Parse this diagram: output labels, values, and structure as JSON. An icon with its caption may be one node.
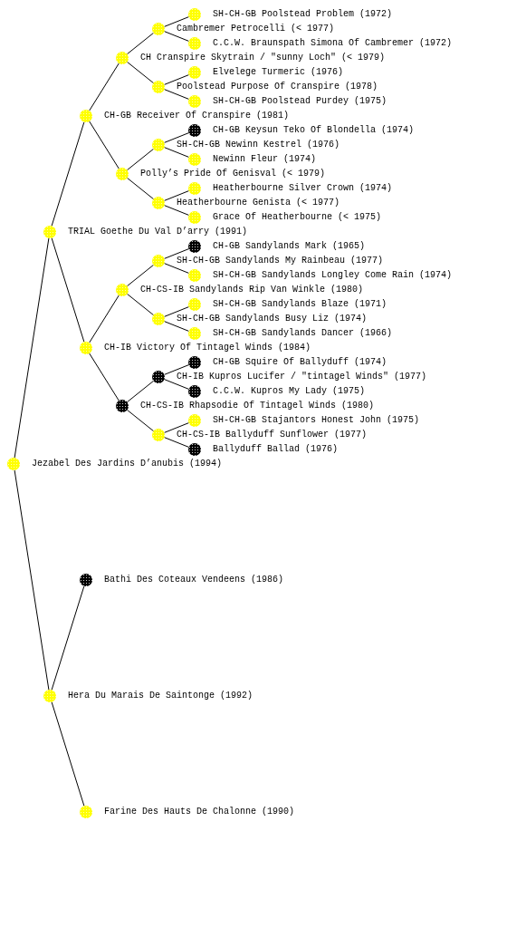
{
  "diagram": {
    "nodes": [
      {
        "text": [
          "SH-CH-GB Poolstead Problem (1972)"
        ]
      },
      {
        "text": [
          "Cambremer Petrocelli (< 1977)"
        ]
      },
      {
        "text": [
          "C.C.W. Braunspath Simona Of Cambremer (1972)"
        ]
      },
      {
        "text": [
          "CH Cranspire Skytrain / \"sunny Loch\" (< 1979)"
        ]
      },
      {
        "text": [
          "Elvelege Turmeric (1976)"
        ]
      },
      {
        "text": [
          "Poolstead Purpose Of Cranspire (1978)"
        ]
      },
      {
        "text": [
          "SH-CH-GB Poolstead Purdey (1975)"
        ]
      },
      {
        "text": [
          "CH-GB Receiver Of Cranspire (1981)"
        ]
      },
      {
        "text": [
          "CH-GB Keysun Teko Of Blondella (1974)"
        ]
      },
      {
        "text": [
          "SH-CH-GB Newinn Kestrel (1976)"
        ]
      },
      {
        "text": [
          "Newinn Fleur (1974)"
        ]
      },
      {
        "text": [
          "Polly’s Pride Of Genisval (< 1979)"
        ]
      },
      {
        "text": [
          "Heatherbourne Silver Crown (1974)"
        ]
      },
      {
        "text": [
          "Heatherbourne Genista (< 1977)"
        ]
      },
      {
        "text": [
          "Grace Of Heatherbourne (< 1975)"
        ]
      },
      {
        "text": [
          "TRIAL Goethe Du Val D’arry (1991)"
        ]
      },
      {
        "text": [
          "CH-GB Sandylands Mark (1965)"
        ]
      },
      {
        "text": [
          "SH-CH-GB Sandylands My Rainbeau (1977)"
        ]
      },
      {
        "text": [
          "SH-CH-GB Sandylands Longley Come Rain (1974)"
        ]
      },
      {
        "text": [
          "CH-CS-IB Sandylands Rip Van Winkle (1980)"
        ]
      },
      {
        "text": [
          "SH-CH-GB Sandylands Blaze (1971)"
        ]
      },
      {
        "text": [
          "SH-CH-GB Sandylands Busy Liz (1974)"
        ]
      },
      {
        "text": [
          "SH-CH-GB Sandylands Dancer (1966)"
        ]
      },
      {
        "text": [
          "CH-IB Victory Of Tintagel Winds (1984)"
        ]
      },
      {
        "text": [
          "CH-GB Squire Of Ballyduff (1974)"
        ]
      },
      {
        "text": [
          "CH-IB Kupros Lucifer / \"tintagel Winds\" (1977)"
        ]
      },
      {
        "text": [
          "C.C.W. Kupros My Lady (1975)"
        ]
      },
      {
        "text": [
          "CH-CS-IB Rhapsodie Of Tintagel Winds (1980)"
        ]
      },
      {
        "text": [
          "SH-CH-GB Stajantors Honest John (1975)"
        ]
      },
      {
        "text": [
          "CH-CS-IB Ballyduff Sunflower (1977)"
        ]
      },
      {
        "text": [
          "Ballyduff Ballad (1976)"
        ]
      },
      {
        "text": [
          "Jezabel Des Jardins D’anubis (1994)"
        ]
      },
      {
        "text": [
          "Bathi Des Coteaux Vendeens (1986)"
        ]
      },
      {
        "text": [
          "Hera Du Marais De Saintonge (1992)"
        ]
      },
      {
        "text": [
          "Farine Des Hauts De Chalonne (1990)"
        ]
      }
    ],
    "edges": [
      {
        "from": 31,
        "to": 15,
        "arrow": "none"
      },
      {
        "from": 31,
        "to": 33,
        "arrow": "none"
      },
      {
        "from": 15,
        "to": 7,
        "arrow": "none"
      },
      {
        "from": 15,
        "to": 23,
        "arrow": "none"
      },
      {
        "from": 7,
        "to": 3,
        "arrow": "none"
      },
      {
        "from": 7,
        "to": 11,
        "arrow": "none"
      },
      {
        "from": 3,
        "to": 1,
        "arrow": "none"
      },
      {
        "from": 3,
        "to": 5,
        "arrow": "none"
      },
      {
        "from": 1,
        "to": 0,
        "arrow": "none"
      },
      {
        "from": 1,
        "to": 2,
        "arrow": "none"
      },
      {
        "from": 5,
        "to": 4,
        "arrow": "none"
      },
      {
        "from": 5,
        "to": 6,
        "arrow": "none"
      },
      {
        "from": 11,
        "to": 9,
        "arrow": "none"
      },
      {
        "from": 11,
        "to": 13,
        "arrow": "none"
      },
      {
        "from": 9,
        "to": 8,
        "arrow": "none"
      },
      {
        "from": 9,
        "to": 10,
        "arrow": "none"
      },
      {
        "from": 13,
        "to": 12,
        "arrow": "none"
      },
      {
        "from": 13,
        "to": 14,
        "arrow": "none"
      },
      {
        "from": 23,
        "to": 19,
        "arrow": "none"
      },
      {
        "from": 23,
        "to": 27,
        "arrow": "none"
      },
      {
        "from": 19,
        "to": 17,
        "arrow": "none"
      },
      {
        "from": 19,
        "to": 21,
        "arrow": "none"
      },
      {
        "from": 17,
        "to": 16,
        "arrow": "none"
      },
      {
        "from": 17,
        "to": 18,
        "arrow": "none"
      },
      {
        "from": 21,
        "to": 20,
        "arrow": "none"
      },
      {
        "from": 21,
        "to": 22,
        "arrow": "none"
      },
      {
        "from": 27,
        "to": 25,
        "arrow": "none"
      },
      {
        "from": 27,
        "to": 29,
        "arrow": "none"
      },
      {
        "from": 25,
        "to": 24,
        "arrow": "none"
      },
      {
        "from": 25,
        "to": 26,
        "arrow": "none"
      },
      {
        "from": 29,
        "to": 28,
        "arrow": "none"
      },
      {
        "from": 29,
        "to": 30,
        "arrow": "none"
      },
      {
        "from": 33,
        "to": 32,
        "arrow": "none"
      },
      {
        "from": 33,
        "to": 34,
        "arrow": "none"
      }
    ]
  }
}
